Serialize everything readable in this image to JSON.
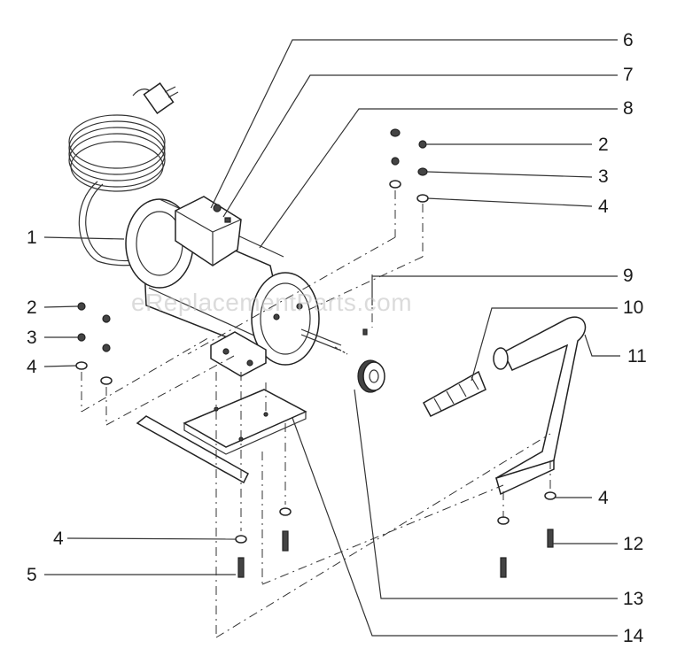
{
  "watermark": "eReplacementParts.com",
  "callouts": [
    {
      "id": "c6",
      "text": "6"
    },
    {
      "id": "c7",
      "text": "7"
    },
    {
      "id": "c8",
      "text": "8"
    },
    {
      "id": "c2r",
      "text": "2"
    },
    {
      "id": "c3r",
      "text": "3"
    },
    {
      "id": "c4r",
      "text": "4"
    },
    {
      "id": "c1",
      "text": "1"
    },
    {
      "id": "c9",
      "text": "9"
    },
    {
      "id": "c2l",
      "text": "2"
    },
    {
      "id": "c10",
      "text": "10"
    },
    {
      "id": "c3l",
      "text": "3"
    },
    {
      "id": "c11",
      "text": "11"
    },
    {
      "id": "c4l",
      "text": "4"
    },
    {
      "id": "c4b",
      "text": "4"
    },
    {
      "id": "c4m",
      "text": "4"
    },
    {
      "id": "c12",
      "text": "12"
    },
    {
      "id": "c5",
      "text": "5"
    },
    {
      "id": "c13",
      "text": "13"
    },
    {
      "id": "c14",
      "text": "14"
    }
  ]
}
